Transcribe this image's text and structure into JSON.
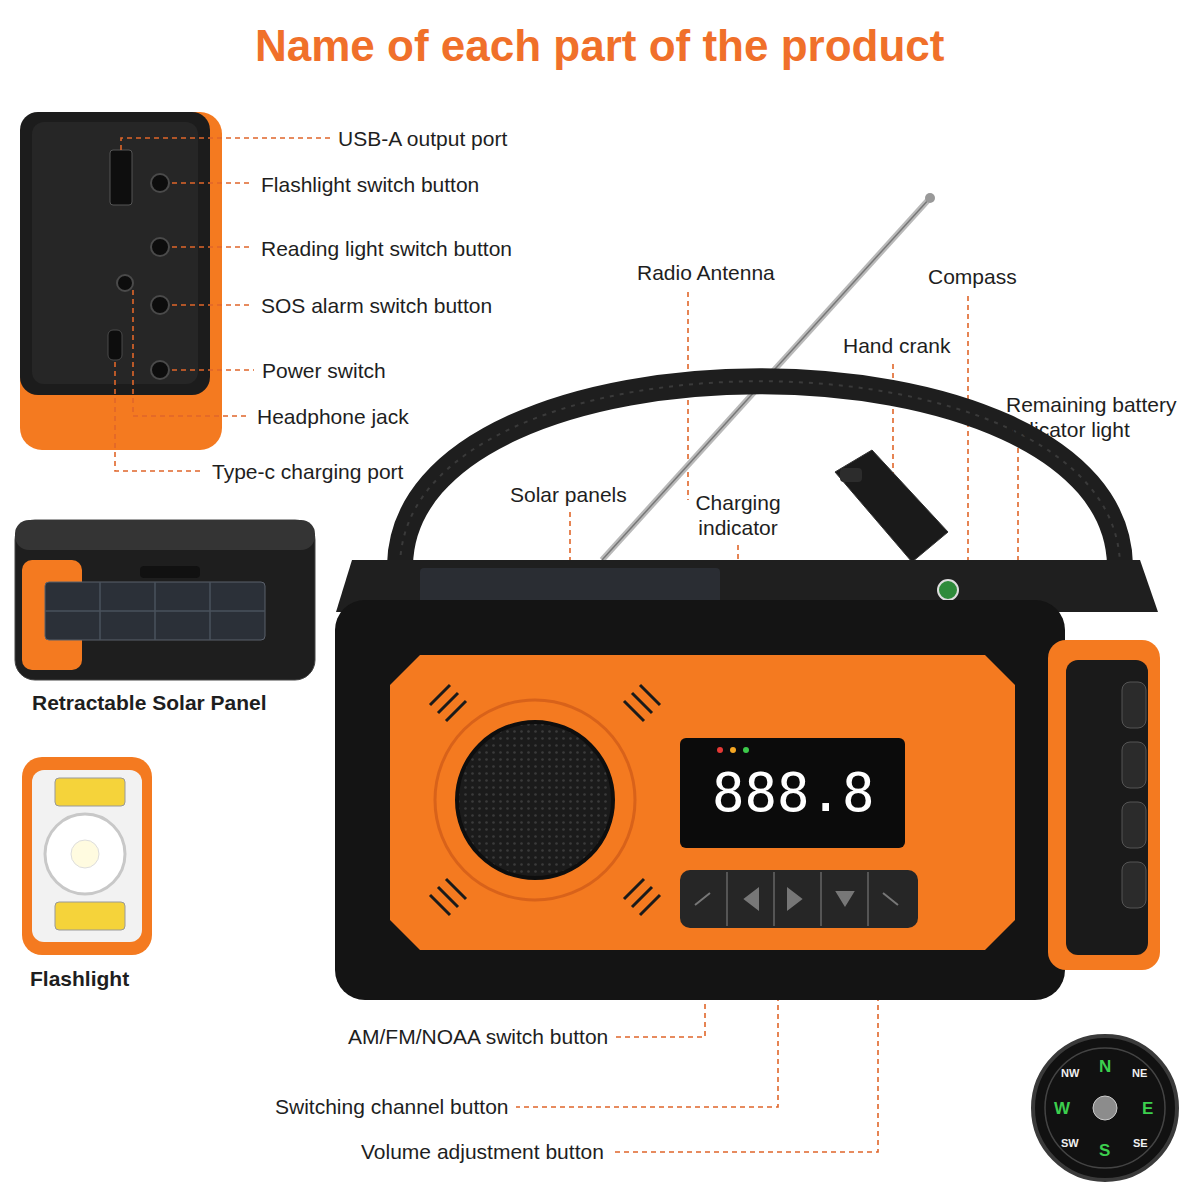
{
  "diagram": {
    "title": "Name of each part of the product",
    "labels": [
      "USB-A output port",
      "Flashlight switch button",
      "Reading light switch button",
      "SOS alarm switch button",
      "Power switch",
      "Headphone jack",
      "Type-c charging port",
      "Retractable Solar Panel",
      "Flashlight",
      "Radio Antenna",
      "Compass",
      "Hand crank",
      "Remaining battery indicator light",
      "Solar panels",
      "Charging indicator",
      "888.8",
      "AM/FM/NOAA switch button",
      "Switching channel button",
      "Volume adjustment button",
      "N",
      "NE",
      "E",
      "SE",
      "S",
      "SW",
      "W",
      "NW"
    ]
  }
}
